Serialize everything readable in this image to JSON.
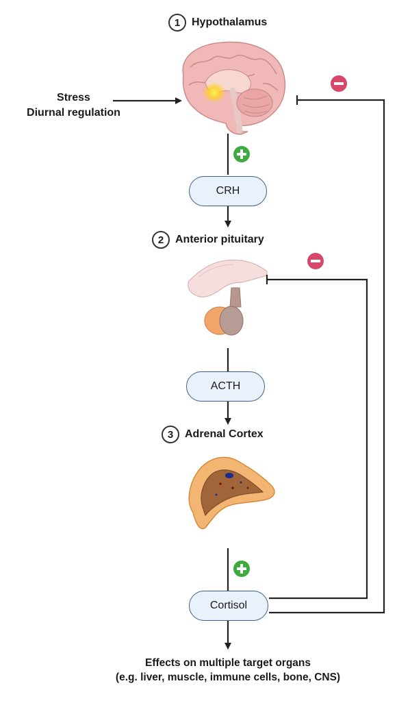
{
  "steps": [
    {
      "number": "1",
      "label": "Hypothalamus"
    },
    {
      "number": "2",
      "label": "Anterior pituitary"
    },
    {
      "number": "3",
      "label": "Adrenal Cortex"
    }
  ],
  "inputs": {
    "line1": "Stress",
    "line2": "Diurnal regulation"
  },
  "hormones": {
    "crh": "CRH",
    "acth": "ACTH",
    "cortisol": "Cortisol"
  },
  "effects": {
    "line1": "Effects on multiple target organs",
    "line2": "(e.g. liver, muscle, immune cells, bone, CNS)"
  },
  "colors": {
    "positive": "#3faa3f",
    "negative": "#d6476a",
    "pill_fill": "#e9f1fb",
    "pill_border": "#3b5f8a"
  },
  "icons": [
    "brain-icon",
    "pituitary-icon",
    "adrenal-icon",
    "plus-icon",
    "minus-icon"
  ]
}
